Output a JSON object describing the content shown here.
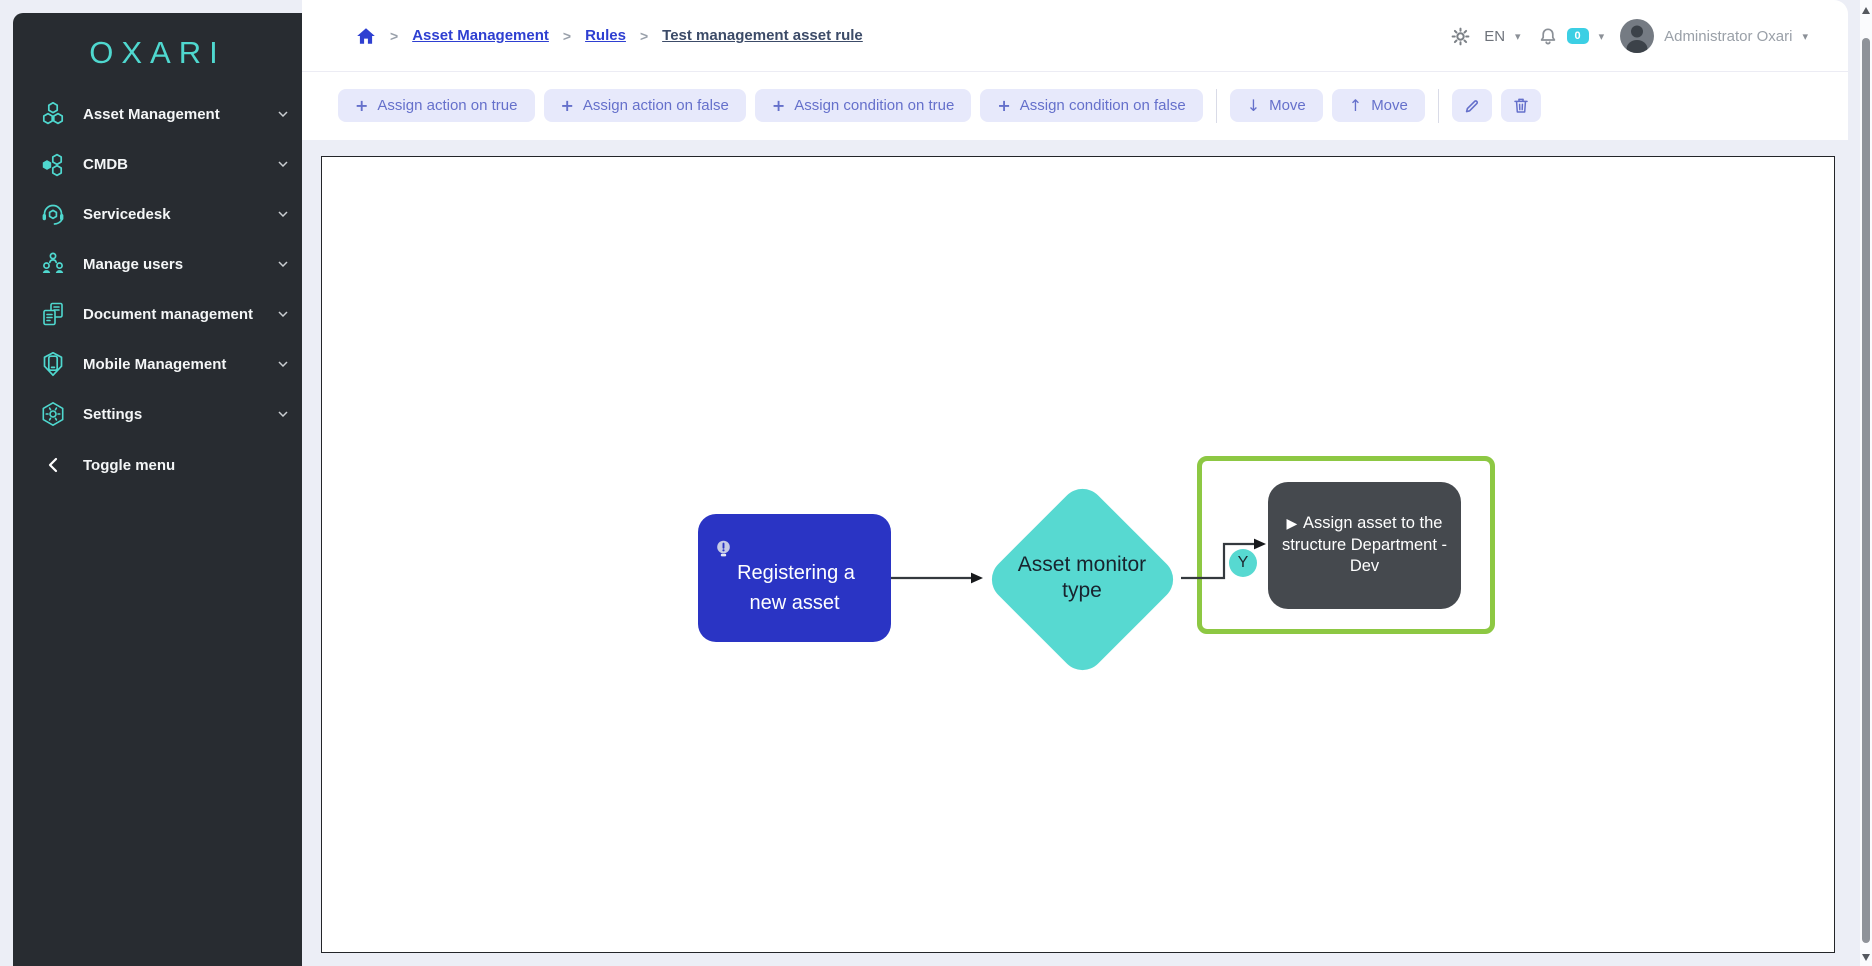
{
  "app": {
    "logo_text": "OXARI"
  },
  "sidebar": {
    "items": [
      {
        "label": "Asset Management",
        "icon": "hexagon-cluster-icon"
      },
      {
        "label": "CMDB",
        "icon": "hexagon-nodes-icon"
      },
      {
        "label": "Servicedesk",
        "icon": "headset-icon"
      },
      {
        "label": "Manage users",
        "icon": "users-icon"
      },
      {
        "label": "Document management",
        "icon": "documents-icon"
      },
      {
        "label": "Mobile Management",
        "icon": "mobile-shield-icon"
      },
      {
        "label": "Settings",
        "icon": "gear-hexagon-icon"
      }
    ],
    "toggle_label": "Toggle menu"
  },
  "breadcrumb": {
    "separator": ">",
    "items": [
      {
        "label": "Asset Management"
      },
      {
        "label": "Rules"
      },
      {
        "label": "Test management asset rule"
      }
    ]
  },
  "userbar": {
    "language": "EN",
    "notification_count": "0",
    "user_name": "Administrator Oxari",
    "caret_glyph": "▾"
  },
  "toolbar": {
    "plus_glyph": "+",
    "arrow_down_glyph": "↓",
    "arrow_up_glyph": "↑",
    "assign_action_true": "Assign action on true",
    "assign_action_false": "Assign action on false",
    "assign_condition_true": "Assign condition on true",
    "assign_condition_false": "Assign condition on false",
    "move_down_label": "Move",
    "move_up_label": "Move"
  },
  "flowchart": {
    "start_node": "Registering a new asset",
    "condition_node": "Asset monitor type",
    "action_node": "Assign asset to the structure Department - Dev",
    "action_play_glyph": "▶",
    "edge_label": "Y"
  },
  "icons": {
    "home-icon": "filled house",
    "gear-icon": "settings gear",
    "bell-icon": "notification bell",
    "caret-down-icon": "▾",
    "avatar-icon": "person silhouette",
    "plus-icon": "+",
    "move-down-icon": "↓",
    "move-up-icon": "↑",
    "edit-icon": "pencil",
    "delete-icon": "trash can",
    "chevron-left-icon": "‹",
    "chevron-down-icon": "ˇ",
    "bulb-icon": "light bulb with exclamation",
    "play-icon": "▶"
  },
  "colors": {
    "accent_teal": "#4fd8cf",
    "sidebar_bg": "#282c31",
    "page_bg": "#eceef6",
    "button_bg": "#e7e9fb",
    "button_indigo": "#6570cb",
    "link_blue": "#2e3fd1",
    "node_blue": "#2a34c4",
    "node_cyan": "#57d9d1",
    "node_dark": "#45494e",
    "selection_green": "#8dc843",
    "badge_cyan": "#3ccfe4"
  }
}
